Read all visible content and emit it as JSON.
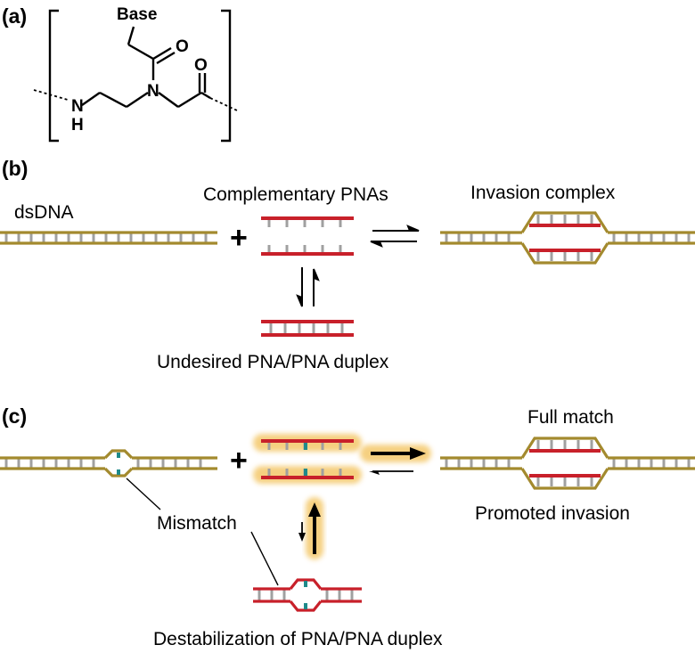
{
  "colors": {
    "dna": "#a38a2e",
    "pna": "#c8202a",
    "rung": "#a0a0a0",
    "mismatch": "#1e8a8a",
    "glow": "#f4c86a",
    "arrow": "#000000"
  },
  "panel_a": {
    "label": "(a)",
    "base": "Base",
    "o_top": "O",
    "o_right": "O",
    "n_chain": "N",
    "n_amine": "N",
    "h_amine": "H"
  },
  "panel_b": {
    "label": "(b)",
    "dsdna": "dsDNA",
    "plus": "+",
    "complementary_pnas": "Complementary PNAs",
    "invasion_complex": "Invasion complex",
    "undesired_duplex": "Undesired PNA/PNA duplex"
  },
  "panel_c": {
    "label": "(c)",
    "plus": "+",
    "full_match": "Full match",
    "promoted_invasion": "Promoted invasion",
    "mismatch": "Mismatch",
    "destabilization": "Destabilization of PNA/PNA duplex"
  }
}
